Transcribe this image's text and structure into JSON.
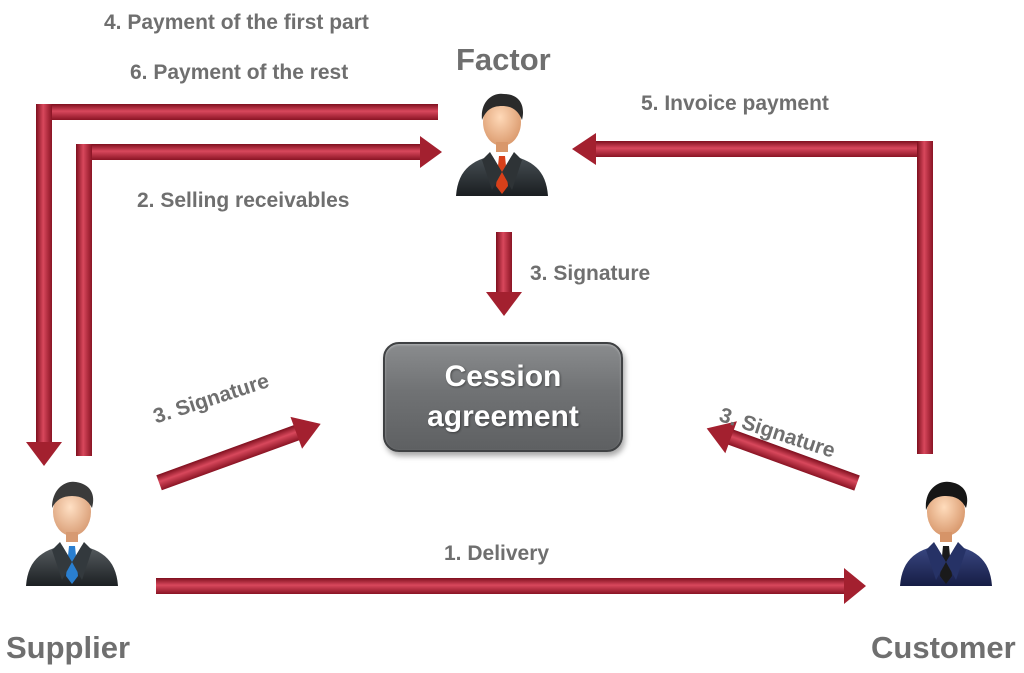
{
  "diagram": {
    "parties": {
      "factor": "Factor",
      "supplier": "Supplier",
      "customer": "Customer"
    },
    "center_box": {
      "line1": "Cession",
      "line2": "agreement"
    },
    "labels": {
      "payment_first_part": "4. Payment of the first part",
      "payment_rest": "6. Payment of the rest",
      "selling_receivables": "2. Selling receivables",
      "invoice_payment": "5. Invoice payment",
      "signature_factor": "3. Signature",
      "signature_supplier": "3. Signature",
      "signature_customer": "3. Signature",
      "delivery": "1. Delivery"
    },
    "colors": {
      "arrow": "#b0283c",
      "label_text": "#6f6f6f",
      "box": "#6d6f71",
      "box_text": "#ffffff"
    },
    "icons": {
      "factor": "businessman-red-tie-icon",
      "supplier": "businessman-blue-tie-icon",
      "customer": "businessman-navy-suit-icon"
    }
  }
}
